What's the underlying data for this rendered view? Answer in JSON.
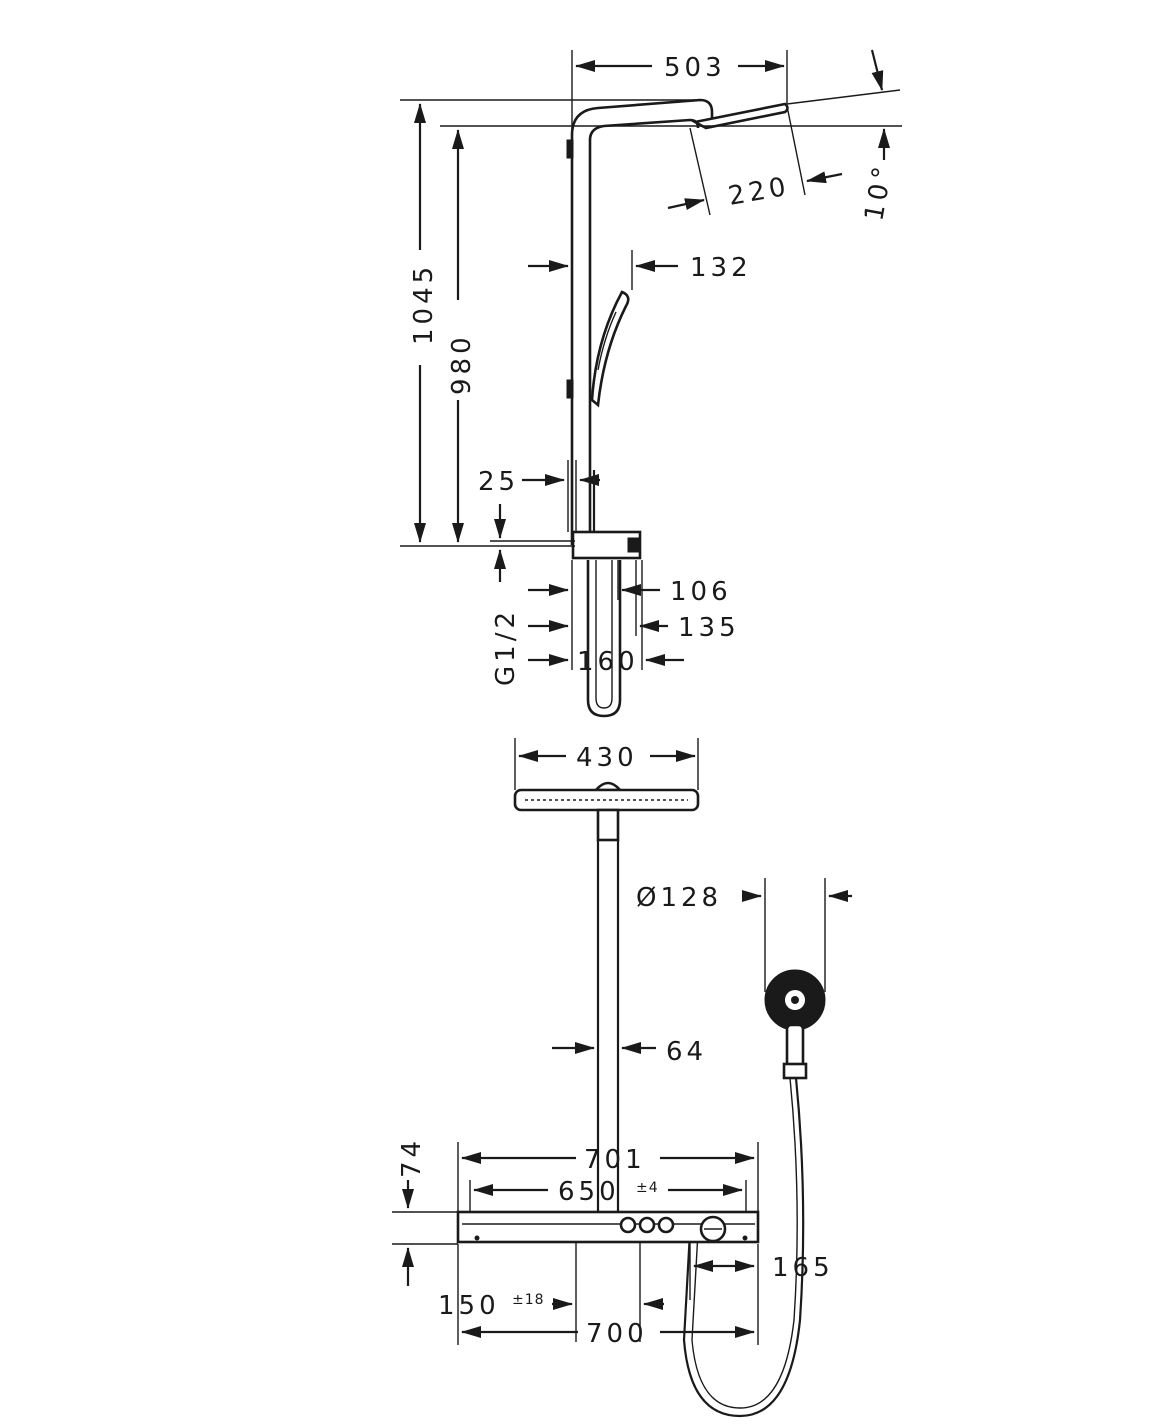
{
  "side_view": {
    "width_503": "503",
    "height_1045": "1045",
    "height_980": "980",
    "head_220": "220",
    "tilt_10": "10°",
    "offset_132": "132",
    "gap_25": "25",
    "thread_g12": "G1/2",
    "depth_106": "106",
    "depth_135": "135",
    "depth_160": "160"
  },
  "front_view": {
    "head_430": "430",
    "handshower_128": "Ø128",
    "pipe_64": "64",
    "shelf_74": "74",
    "width_701": "701",
    "centres_650": "650",
    "centres_650_tol": "±4",
    "right_165": "165",
    "left_150": "150",
    "left_150_tol": "±18",
    "total_700": "700"
  }
}
